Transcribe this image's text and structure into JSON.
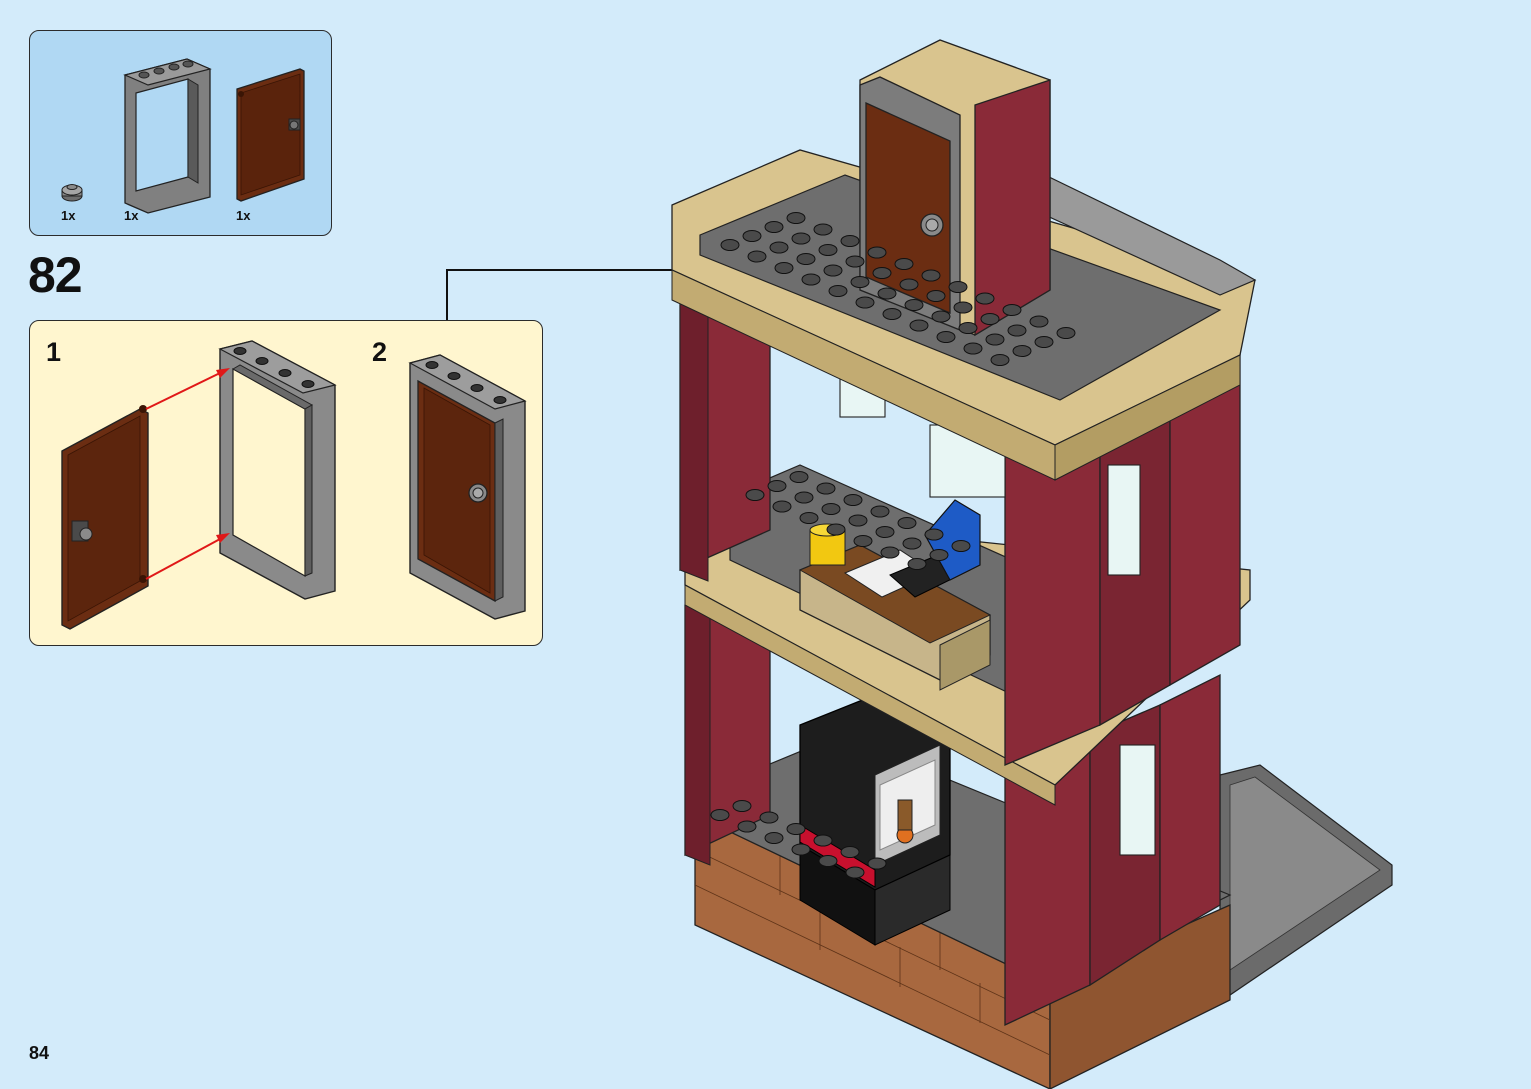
{
  "parts_list": {
    "items": [
      {
        "name": "round-stud-plate",
        "count": "1x"
      },
      {
        "name": "door-frame",
        "count": "1x"
      },
      {
        "name": "door",
        "count": "1x"
      }
    ]
  },
  "step": {
    "number": "82",
    "sub_steps": [
      {
        "label": "1"
      },
      {
        "label": "2"
      }
    ]
  },
  "page": {
    "number": "84"
  },
  "colors": {
    "background": "#d3ebfa",
    "parts_panel": "#b0d8f3",
    "sub_panel": "#fff6cf",
    "door_brown": "#6b2d12",
    "frame_gray": "#8d8d8d",
    "dark_red": "#7f2432",
    "tan": "#d9c48e",
    "brick_orange": "#a8683f",
    "arrow_red": "#e01818"
  }
}
